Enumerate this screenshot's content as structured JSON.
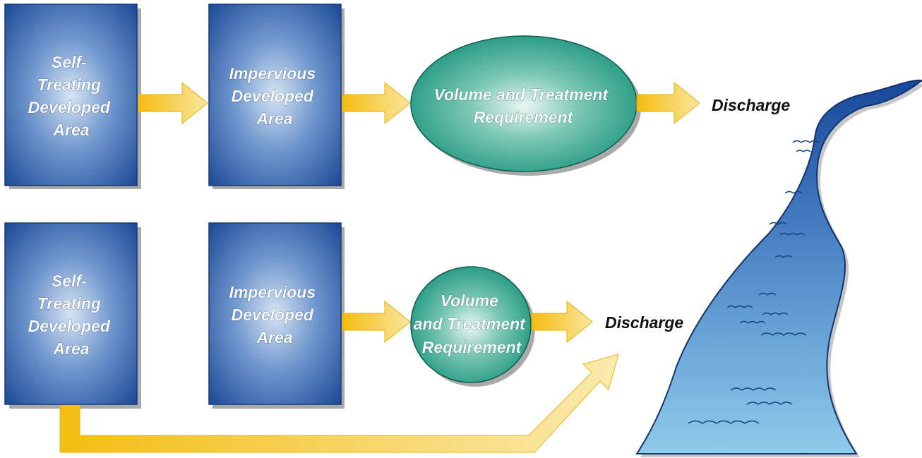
{
  "rows": [
    {
      "self_treating": [
        "Self-",
        "Treating",
        "Developed",
        "Area"
      ],
      "impervious": [
        "Impervious",
        "Developed",
        "Area"
      ],
      "requirement": [
        "Volume and Treatment",
        "Requirement"
      ],
      "discharge": "Discharge"
    },
    {
      "self_treating": [
        "Self-",
        "Treating",
        "Developed",
        "Area"
      ],
      "impervious": [
        "Impervious",
        "Developed",
        "Area"
      ],
      "requirement": [
        "Volume",
        "and Treatment",
        "Requirement"
      ],
      "discharge": "Discharge"
    }
  ],
  "colors": {
    "box": "#1f4f9c",
    "box_highlight": "#cfe0f2",
    "oval": "#1a9c80",
    "arrow": "#f5c21b",
    "river_top": "#1b4fa0",
    "river_bottom": "#8ec8e8",
    "shadow": "#a9a9a9"
  },
  "icons": [
    "river-icon",
    "wave-marks"
  ]
}
